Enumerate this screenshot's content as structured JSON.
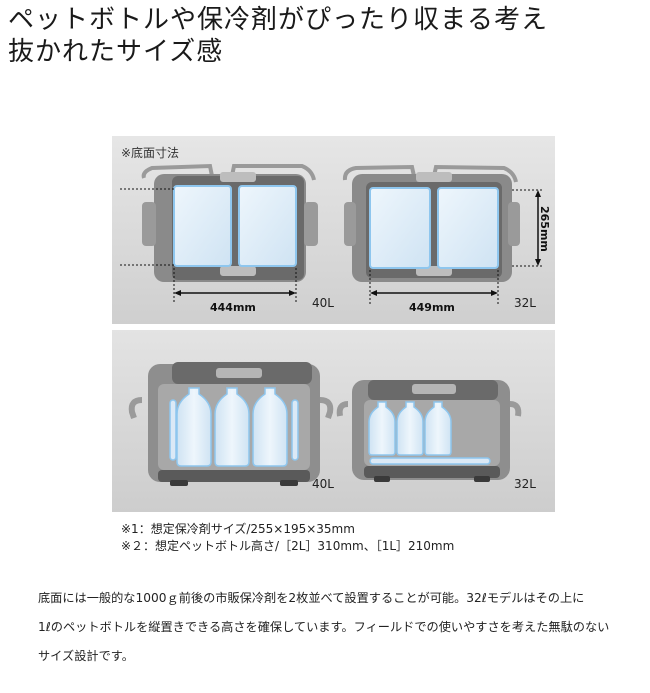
{
  "headline": {
    "line1": "ペットボトルや保冷剤がぴったり収まる考え",
    "line2": "抜かれたサイズ感"
  },
  "figure_top": {
    "caption": "※底面寸法",
    "left_box": {
      "width_label": "444mm",
      "capacity_label": "40L"
    },
    "right_box": {
      "width_label": "449mm",
      "height_label": "265mm",
      "capacity_label": "32L"
    }
  },
  "figure_bottom": {
    "left_box": {
      "capacity_label": "40L"
    },
    "right_box": {
      "capacity_label": "32L"
    }
  },
  "notes": [
    "※1：想定保冷剤サイズ/255×195×35mm",
    "※２：想定ペットボトル高さ/［2L］310mm、［1L］210mm"
  ],
  "description": [
    "底面には一般的な1000ｇ前後の市販保冷剤を2枚並べて設置することが可能。32ℓモデルはその上に",
    "1ℓのペットボトルを縦置きできる高さを確保しています。フィールドでの使いやすさを考えた無駄のない",
    "サイズ設計です。"
  ],
  "colors": {
    "figure_background": "#d9d9d9",
    "cooler_body": "#8c8c8c",
    "cooler_dark": "#5e5e5e",
    "ice_pack": "#dbe9f6",
    "ice_outline": "#8ec6ee",
    "dimension_line": "#111111"
  }
}
